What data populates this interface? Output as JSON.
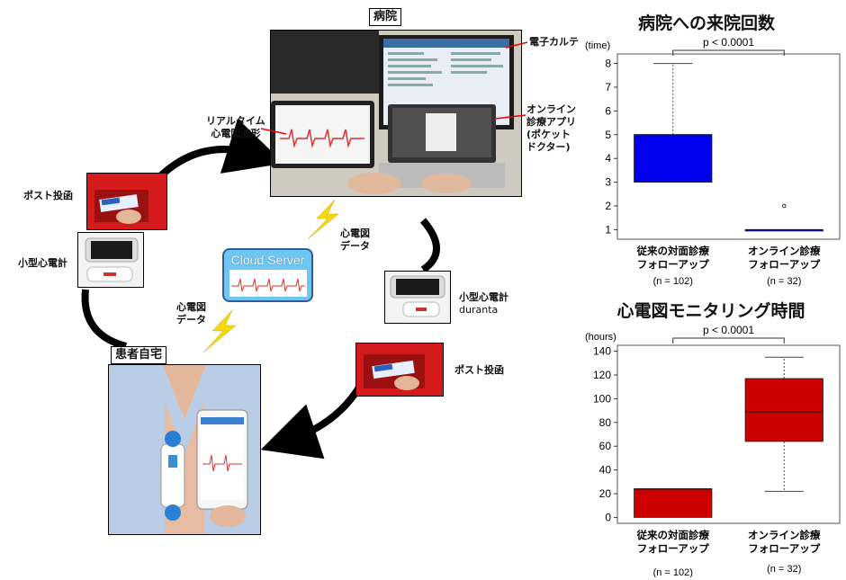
{
  "diagram": {
    "hospital_label": "病院",
    "home_label": "患者自宅",
    "cloud_label": "Cloud Server",
    "label_realtime_ecg": [
      "リアルタイム",
      "心電図波形"
    ],
    "label_emr": "電子カルテ",
    "label_online_app": [
      "オンライン",
      "診療アプリ",
      "(ポケット",
      "ドクター)"
    ],
    "label_post_left": "ポスト投函",
    "label_small_ecg_left": "小型心電計",
    "label_small_ecg_right": [
      "小型心電計",
      "duranta"
    ],
    "label_post_right": "ポスト投函",
    "label_ecg_data_top": [
      "心電図",
      "データ"
    ],
    "label_ecg_data_left": [
      "心電図",
      "データ"
    ]
  },
  "chart_data": [
    {
      "type": "box",
      "title": "病院への来院回数",
      "ylabel": "(time)",
      "ylim": [
        0.6,
        8.4
      ],
      "yticks": [
        1,
        2,
        3,
        4,
        5,
        6,
        7,
        8
      ],
      "significance": "p < 0.0001",
      "categories": [
        {
          "label": [
            "従来の対面診療",
            "フォローアップ"
          ],
          "n": "(n = 102)"
        },
        {
          "label": [
            "オンライン診療",
            "フォローアップ"
          ],
          "n": "(n = 32)"
        }
      ],
      "boxes": [
        {
          "q1": 3,
          "median": 5,
          "q3": 5,
          "whisker_low": 3,
          "whisker_high": 8,
          "outliers": [],
          "color": "#0000ee"
        },
        {
          "q1": 1,
          "median": 1,
          "q3": 1,
          "whisker_low": 1,
          "whisker_high": 1,
          "outliers": [
            2
          ],
          "color": "#0000ee"
        }
      ]
    },
    {
      "type": "box",
      "title": "心電図モニタリング時間",
      "ylabel": "(hours)",
      "ylim": [
        -5,
        145
      ],
      "yticks": [
        0,
        20,
        40,
        60,
        80,
        100,
        120,
        140
      ],
      "significance": "p < 0.0001",
      "categories": [
        {
          "label": [
            "従来の対面診療",
            "フォローアップ"
          ],
          "n": "(n = 102)"
        },
        {
          "label": [
            "オンライン診療",
            "フォローアップ"
          ],
          "n": "(n = 32)"
        }
      ],
      "boxes": [
        {
          "q1": 0,
          "median": 24,
          "q3": 24,
          "whisker_low": 0,
          "whisker_high": 24,
          "outliers": [],
          "color": "#cc0000"
        },
        {
          "q1": 64,
          "median": 89,
          "q3": 117,
          "whisker_low": 22,
          "whisker_high": 135,
          "outliers": [],
          "color": "#cc0000"
        }
      ]
    }
  ]
}
